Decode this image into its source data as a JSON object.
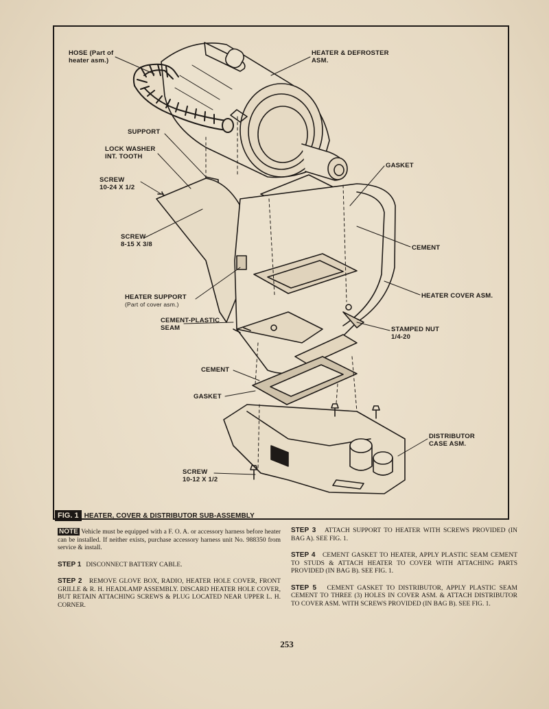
{
  "labels": {
    "hose": "HOSE (Part of\nheater asm.)",
    "heater_defroster": "HEATER & DEFROSTER\nASM.",
    "support": "SUPPORT",
    "lock_washer": "LOCK WASHER\nINT. TOOTH",
    "screw_10_24": "SCREW\n10-24 X 1/2",
    "gasket_top": "GASKET",
    "screw_8_15": "SCREW\n8-15 X 3/8",
    "cement_right": "CEMENT",
    "heater_support": "HEATER SUPPORT",
    "heater_support_sub": "(Part of cover asm.)",
    "heater_cover": "HEATER COVER ASM.",
    "cement_plastic": "CEMENT-PLASTIC\nSEAM",
    "stamped_nut": "STAMPED NUT\n1/4-20",
    "cement_left": "CEMENT",
    "gasket_bottom": "GASKET",
    "distributor": "DISTRIBUTOR\nCASE ASM.",
    "screw_10_12": "SCREW\n10-12 X 1/2"
  },
  "caption": {
    "fig": "FIG. 1",
    "title": "HEATER, COVER & DISTRIBUTOR SUB-ASSEMBLY"
  },
  "left_column": {
    "note_label": "NOTE",
    "note": "Vehicle must be equipped with a F. O. A. or accessory harness before heater can be installed. If neither exists, purchase accessory harness unit No. 988350 from service & install.",
    "step1_head": "STEP 1",
    "step1": "DISCONNECT BATTERY CABLE.",
    "step2_head": "STEP 2",
    "step2": "REMOVE GLOVE BOX, RADIO, HEATER HOLE COVER, FRONT GRILLE & R. H. HEADLAMP ASSEMBLY. DISCARD HEATER HOLE COVER, BUT RETAIN ATTACHING SCREWS & PLUG LOCATED NEAR UPPER L. H. CORNER."
  },
  "right_column": {
    "step3_head": "STEP 3",
    "step3": "ATTACH SUPPORT TO HEATER WITH SCREWS PROVIDED (IN BAG A). SEE FIG. 1.",
    "step4_head": "STEP 4",
    "step4": "CEMENT GASKET TO HEATER, APPLY PLASTIC SEAM CEMENT TO STUDS & ATTACH HEATER TO COVER WITH ATTACHING PARTS PROVIDED (IN BAG B). SEE FIG. 1.",
    "step5_head": "STEP 5",
    "step5": "CEMENT GASKET TO DISTRIBUTOR, APPLY PLASTIC SEAM CEMENT TO THREE (3) HOLES IN COVER ASM. & ATTACH DISTRIBUTOR TO COVER ASM. WITH SCREWS PROVIDED (IN BAG B). SEE FIG. 1."
  },
  "page_number": "253"
}
